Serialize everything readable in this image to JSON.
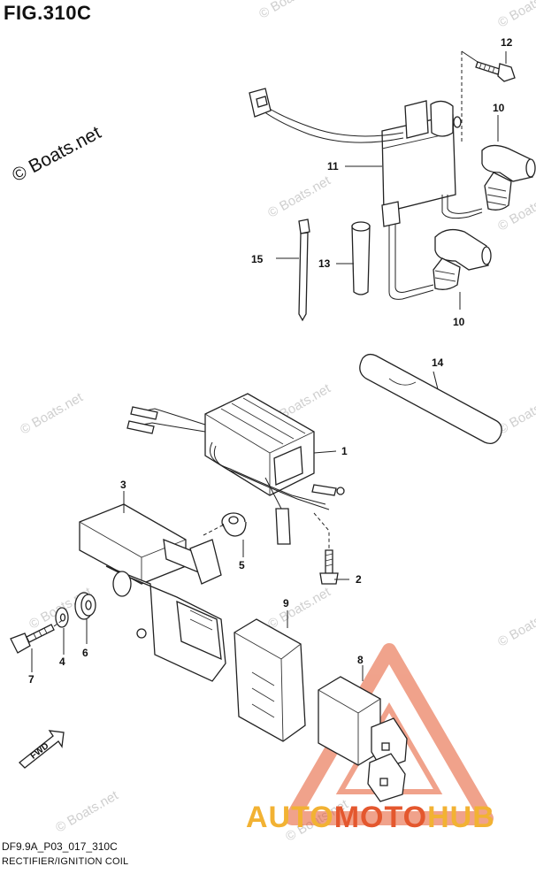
{
  "figure": {
    "title": "FIG.310C",
    "code": "DF9.9A_P03_017_310C",
    "name": "RECTIFIER/IGNITION COIL",
    "copyright": "© Boats.net"
  },
  "watermark": {
    "text": "© Boats.net",
    "brand": {
      "part1": "AUTO",
      "part2": "MOTO",
      "part3": "HUB",
      "color_main": "#f2b233",
      "color_accent": "#e4572e"
    }
  },
  "callouts": {
    "c1": "1",
    "c2": "2",
    "c3": "3",
    "c4": "4",
    "c5": "5",
    "c6": "6",
    "c7": "7",
    "c8": "8",
    "c9": "9",
    "c10a": "10",
    "c10b": "10",
    "c11": "11",
    "c12": "12",
    "c13": "13",
    "c14": "14",
    "c15": "15"
  },
  "fwd": {
    "label": "FWD"
  }
}
